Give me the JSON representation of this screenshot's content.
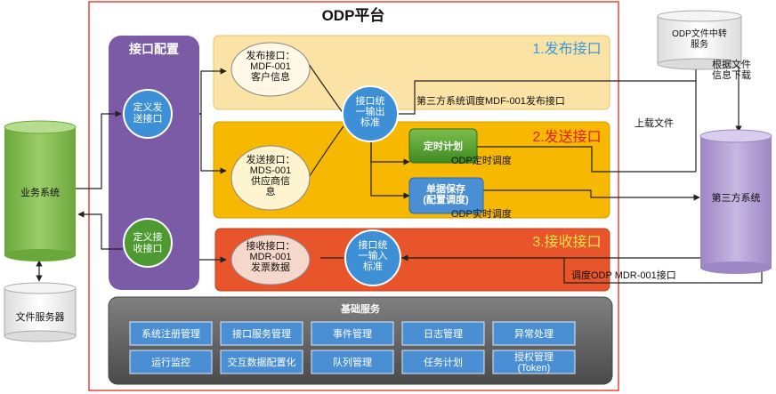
{
  "platform": {
    "title": "ODP平台"
  },
  "config_panel": {
    "title": "接口配置",
    "define_send": [
      "定义发",
      "送接口"
    ],
    "define_receive": [
      "定义接",
      "收接口"
    ]
  },
  "business_system": {
    "label": "业务系统"
  },
  "file_server": {
    "label": "文件服务器"
  },
  "transfer_service": {
    "label": [
      "ODP文件中转",
      "服务"
    ]
  },
  "third_party": {
    "label": "第三方系统"
  },
  "publish": {
    "title": "1.发布接口",
    "item": [
      "发布接口：",
      "MDF-001",
      "客户信息"
    ]
  },
  "send": {
    "title": "2.发送接口",
    "item": [
      "发送接口：",
      "MDS-001",
      "供应商信",
      "息"
    ]
  },
  "receive": {
    "title": "3.接收接口",
    "item": [
      "接收接口：",
      "MDR-001",
      "发票数据"
    ]
  },
  "unified_output": {
    "label": [
      "接口统",
      "一输出",
      "标准"
    ]
  },
  "unified_input": {
    "label": [
      "接口统",
      "一输入",
      "标准"
    ]
  },
  "scheduled": {
    "label": "定时计划"
  },
  "doc_save": {
    "label": [
      "单据保存",
      "(配置调度)"
    ]
  },
  "annotations": {
    "third_party_call": "第三方系统调度MDF-001发布接口",
    "odp_timed": "ODP定时调度",
    "odp_realtime": "ODP实时调度",
    "upload_file": "上载文件",
    "notify_download": [
      "根据文件",
      "信息下载"
    ],
    "call_mdr": "调度ODP MDR-001接口"
  },
  "base_services": {
    "title": "基础服务",
    "items": [
      {
        "id": "reg",
        "label": [
          "系统注册管理"
        ]
      },
      {
        "id": "svc",
        "label": [
          "接口服务管理"
        ]
      },
      {
        "id": "evt",
        "label": [
          "事件管理"
        ]
      },
      {
        "id": "log",
        "label": [
          "日志管理"
        ]
      },
      {
        "id": "exc",
        "label": [
          "异常处理"
        ]
      },
      {
        "id": "mon",
        "label": [
          "运行监控"
        ]
      },
      {
        "id": "cfg",
        "label": [
          "交互数据配置化"
        ]
      },
      {
        "id": "que",
        "label": [
          "队列管理"
        ]
      },
      {
        "id": "task",
        "label": [
          "任务计划"
        ]
      },
      {
        "id": "auth",
        "label": [
          "授权管理",
          "(Token)"
        ]
      }
    ]
  },
  "colors": {
    "platform_border": "#e8463a",
    "config_panel": "#7b5aa6",
    "circle_blue": "#3d8fd6",
    "circle_green": "#4e9a32",
    "business_green": "#7cb94a",
    "publish_bg": "#fbe3a6",
    "send_bg": "#f6b800",
    "receive_bg": "#e8552a",
    "title_blue": "#3a9ad9",
    "title_red": "#e02020",
    "service_box": "#4a8fd4",
    "base_panel": "#666666",
    "third_party": "#b19cd0"
  }
}
